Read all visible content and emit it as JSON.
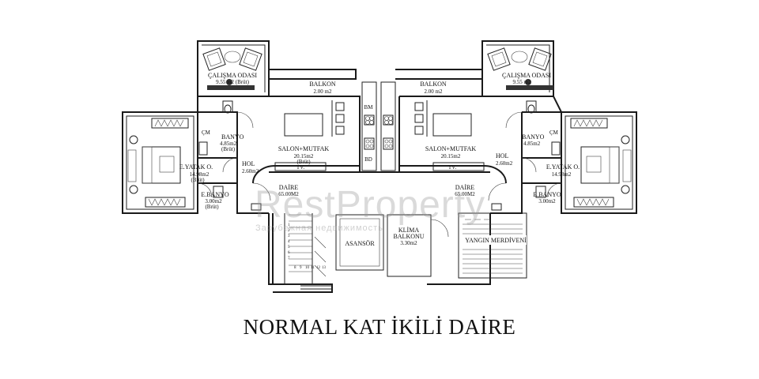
{
  "title": "NORMAL KAT İKİLİ DAİRE",
  "watermark": {
    "brand": "RestProperty",
    "sub": "Зарубежная недвижимость"
  },
  "left_unit": {
    "study": {
      "name": "ÇALIŞMA ODASI",
      "area": "9.55 m2 (Brüt)"
    },
    "balcony": {
      "name": "BALKON",
      "area": "2.00 m2"
    },
    "bath": {
      "name": "BANYO",
      "area": "4.85m2",
      "note": "(Brüt)"
    },
    "wc_mark": "ÇM",
    "living": {
      "name": "SALON+MUTFAK",
      "area": "20.15m2",
      "note": "(Brüt)"
    },
    "tv": "TV.",
    "hall": {
      "name": "HOL",
      "area": "2.60m2"
    },
    "bedroom": {
      "name": "E.YATAK O.",
      "area": "14.98m2",
      "note": "(Brüt)"
    },
    "ensuite": {
      "name": "E.BANYO",
      "area": "3.00m2",
      "note": "(Brüt)"
    },
    "apartment": {
      "name": "DAİRE",
      "area": "65.00M2"
    },
    "dishwasher": "BM",
    "washer": "BD"
  },
  "right_unit": {
    "study": {
      "name": "ÇALIŞMA ODASI",
      "area": "9.55 m2"
    },
    "balcony": {
      "name": "BALKON",
      "area": "2.00 m2"
    },
    "bath": {
      "name": "BANYO",
      "area": "4.85m2"
    },
    "wc_mark": "ÇM",
    "living": {
      "name": "SALON+MUTFAK",
      "area": "20.15m2"
    },
    "tv": "TV.",
    "hall": {
      "name": "HOL",
      "area": "2.60m2"
    },
    "bedroom": {
      "name": "E.YATAK O.",
      "area": "14.98m2"
    },
    "ensuite": {
      "name": "E.BANYO",
      "area": "3.00m2"
    },
    "apartment": {
      "name": "DAİRE",
      "area": "65.00M2"
    }
  },
  "core": {
    "elevator": "ASANSÖR",
    "ac_balcony": {
      "name": "KLİMA",
      "name2": "BALKONU",
      "area": "3.30m2"
    },
    "fire_stairs": "YANGIN MERDİVENİ",
    "stair_numbers": [
      "1",
      "2",
      "3",
      "4",
      "5",
      "6",
      "7",
      "8",
      "9",
      "10",
      "11",
      "12",
      "13"
    ]
  }
}
